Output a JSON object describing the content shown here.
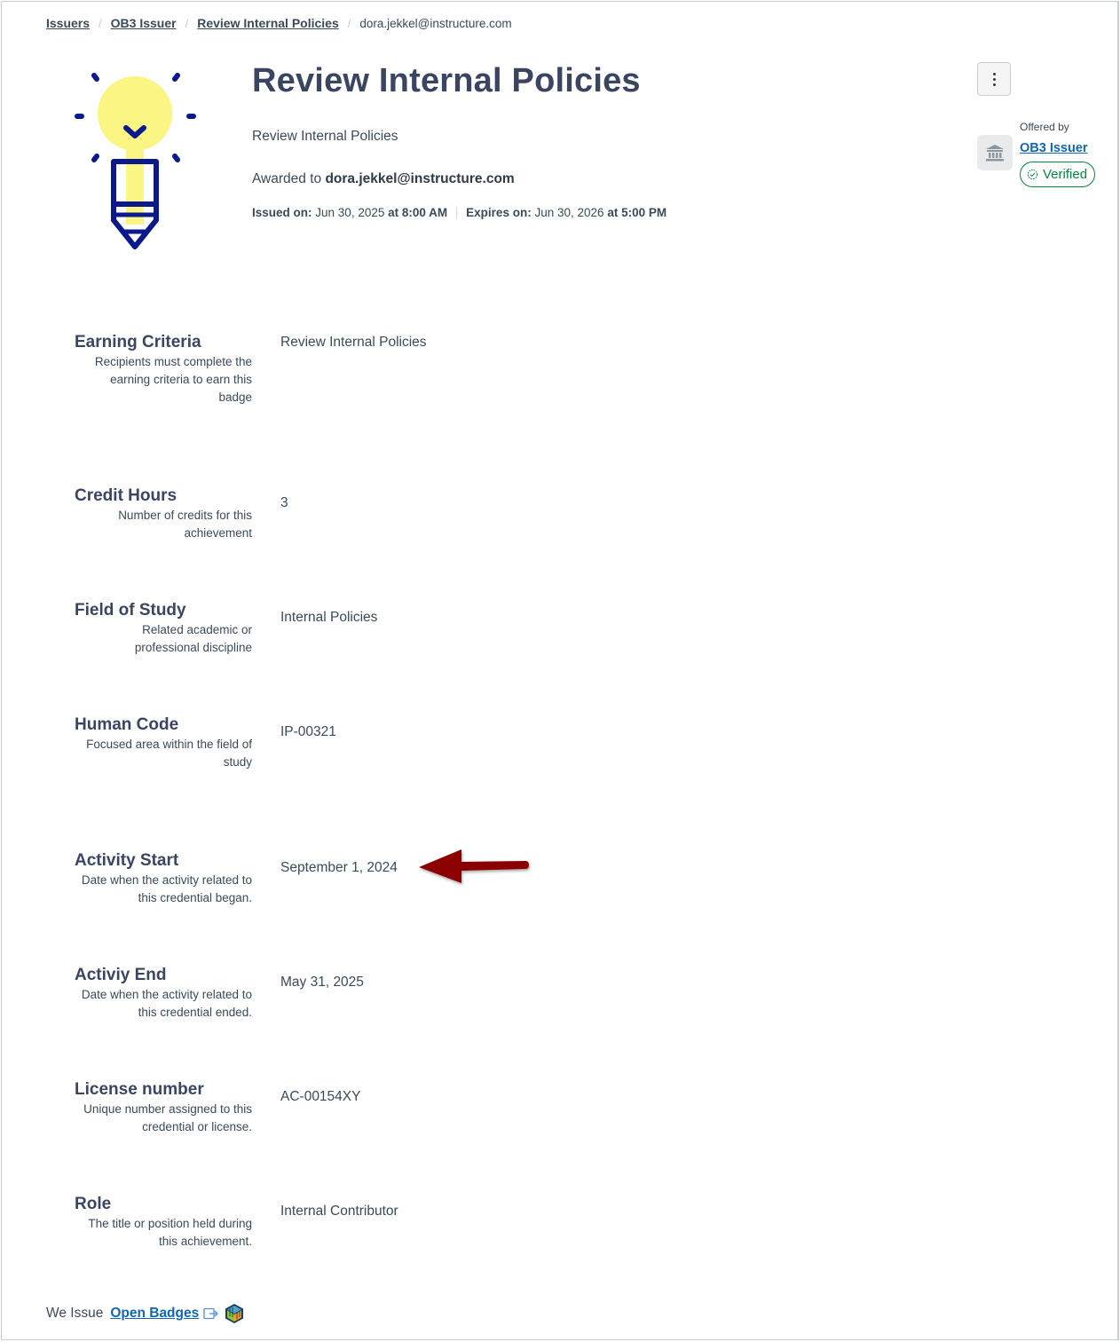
{
  "breadcrumb": {
    "items": [
      {
        "label": "Issuers",
        "link": true
      },
      {
        "label": "OB3 Issuer",
        "link": true
      },
      {
        "label": "Review Internal Policies",
        "link": true
      },
      {
        "label": "dora.jekkel@instructure.com",
        "link": false
      }
    ],
    "separator": "/"
  },
  "badge": {
    "image_icon": "lightbulb-pencil-badge-image",
    "title": "Review Internal Policies",
    "description": "Review Internal Policies",
    "awarded_prefix": "Awarded to",
    "awarded_to": "dora.jekkel@instructure.com",
    "issued_label": "Issued on:",
    "issued_date": "Jun 30, 2025",
    "issued_at": "at",
    "issued_time": "8:00 AM",
    "expires_label": "Expires on:",
    "expires_date": "Jun 30, 2026",
    "expires_at": "at",
    "expires_time": "5:00 PM"
  },
  "menu": {
    "icon": "kebab-menu-icon"
  },
  "issuer": {
    "offered_by_label": "Offered by",
    "name": "OB3 Issuer",
    "icon": "institution-icon",
    "verified_label": "Verified",
    "verified_color": "#03893d"
  },
  "fields": [
    {
      "name": "Earning Criteria",
      "description": "Recipients must complete the earning criteria to earn this badge",
      "value": "Review Internal Policies"
    },
    {
      "name": "Credit Hours",
      "description": "Number of credits for this achievement",
      "value": "3"
    },
    {
      "name": "Field of Study",
      "description": "Related academic or professional discipline",
      "value": "Internal Policies"
    },
    {
      "name": "Human Code",
      "description": "Focused area within the field of study",
      "value": "IP-00321"
    },
    {
      "name": "Activity Start",
      "description": "Date when the activity related to this credential began.",
      "value": "September 1, 2024"
    },
    {
      "name": "Activiy End",
      "description": "Date when the activity related to this credential ended.",
      "value": "May 31, 2025"
    },
    {
      "name": "License number",
      "description": "Unique number assigned to this credential or license.",
      "value": "AC-00154XY"
    },
    {
      "name": "Role",
      "description": "The title or position held during this achievement.",
      "value": "Internal Contributor"
    }
  ],
  "annotation": {
    "type": "arrow",
    "color": "#8b0000",
    "points_to": "Activity Start value"
  },
  "footer": {
    "prefix": "We Issue",
    "link_label": "Open Badges",
    "external_icon": "external-link-icon",
    "logo_icon": "open-badges-logo"
  },
  "colors": {
    "heading": "#3a4561",
    "text": "#394b58",
    "link": "#0e68b3",
    "badge_yellow": "#fbf683",
    "badge_navy": "#0a1a8c"
  }
}
